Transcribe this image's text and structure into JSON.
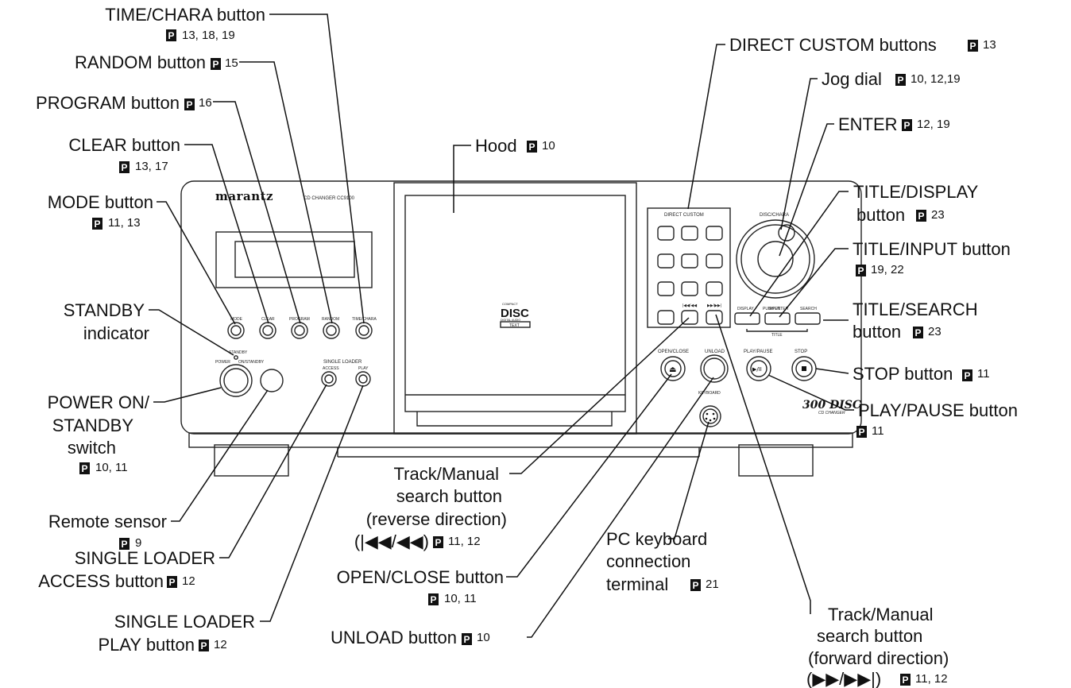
{
  "page_marker": "P",
  "device": {
    "brand": "marantz",
    "model": "CD CHANGER CC9100",
    "badge": "300 DISC",
    "badge_sub": "CD CHANGER",
    "cd_logo_top": "COMPACT",
    "cd_logo_mid": "DISC",
    "cd_logo_sub": "DIGITAL AUDIO",
    "cd_logo_text": "TEXT",
    "panel": {
      "direct_custom": "DIRECT CUSTOM",
      "disc_chara": "DISC/CHARA",
      "push_enter": "PUSH ENTER",
      "display": "DISPLAY",
      "input": "INPUT",
      "search": "SEARCH",
      "title": "TITLE",
      "open_close": "OPEN/CLOSE",
      "unload": "UNLOAD",
      "play_pause": "PLAY/PAUSE",
      "stop": "STOP",
      "keyboard": "KEYBOARD",
      "mode": "MODE",
      "clear": "CLEAR",
      "program": "PROGRAM",
      "random": "RANDOM",
      "time_chara": "TIME/CHARA",
      "standby": "STANDBY",
      "power": "POWER",
      "on_standby": "ON/STANDBY",
      "single_loader": "SINGLE LOADER",
      "access": "ACCESS",
      "play": "PLAY"
    }
  },
  "callouts": {
    "time_chara": {
      "lines": [
        "TIME/CHARA button"
      ],
      "pages": "13, 18, 19"
    },
    "random": {
      "lines": [
        "RANDOM button"
      ],
      "pages": "15"
    },
    "program": {
      "lines": [
        "PROGRAM button"
      ],
      "pages": "16"
    },
    "clear": {
      "lines": [
        "CLEAR button"
      ],
      "pages": "13, 17"
    },
    "mode": {
      "lines": [
        "MODE button"
      ],
      "pages": "11, 13"
    },
    "standby": {
      "lines": [
        "STANDBY",
        "indicator"
      ],
      "pages": ""
    },
    "power": {
      "lines": [
        "POWER ON/",
        "STANDBY",
        "switch"
      ],
      "pages": "10, 11"
    },
    "remote": {
      "lines": [
        "Remote sensor"
      ],
      "pages": "9"
    },
    "sl_access": {
      "lines": [
        "SINGLE LOADER",
        "ACCESS button"
      ],
      "pages": "12"
    },
    "sl_play": {
      "lines": [
        "SINGLE LOADER",
        "PLAY button"
      ],
      "pages": "12"
    },
    "hood": {
      "lines": [
        "Hood"
      ],
      "pages": "10"
    },
    "track_rev": {
      "lines": [
        "Track/Manual",
        "search button",
        "(reverse direction)",
        "(|◀◀/◀◀)"
      ],
      "pages": "11, 12"
    },
    "open_close": {
      "lines": [
        "OPEN/CLOSE button"
      ],
      "pages": "10, 11"
    },
    "unload": {
      "lines": [
        "UNLOAD button"
      ],
      "pages": "10"
    },
    "keyboard": {
      "lines": [
        "PC keyboard",
        "connection",
        "terminal"
      ],
      "pages": "21"
    },
    "track_fwd": {
      "lines": [
        "Track/Manual",
        "search button",
        "(forward direction)",
        "(▶▶/▶▶|)"
      ],
      "pages": "11, 12"
    },
    "direct_custom": {
      "lines": [
        "DIRECT CUSTOM buttons"
      ],
      "pages": "13"
    },
    "jog": {
      "lines": [
        "Jog dial"
      ],
      "pages": "10, 12,19"
    },
    "enter": {
      "lines": [
        "ENTER"
      ],
      "pages": "12, 19"
    },
    "title_display": {
      "lines": [
        "TITLE/DISPLAY",
        "button"
      ],
      "pages": "23"
    },
    "title_input": {
      "lines": [
        "TITLE/INPUT button"
      ],
      "pages": "19, 22"
    },
    "title_search": {
      "lines": [
        "TITLE/SEARCH",
        "button"
      ],
      "pages": "23"
    },
    "stop": {
      "lines": [
        "STOP button"
      ],
      "pages": "11"
    },
    "play_pause": {
      "lines": [
        "PLAY/PAUSE button"
      ],
      "pages": "11"
    }
  }
}
